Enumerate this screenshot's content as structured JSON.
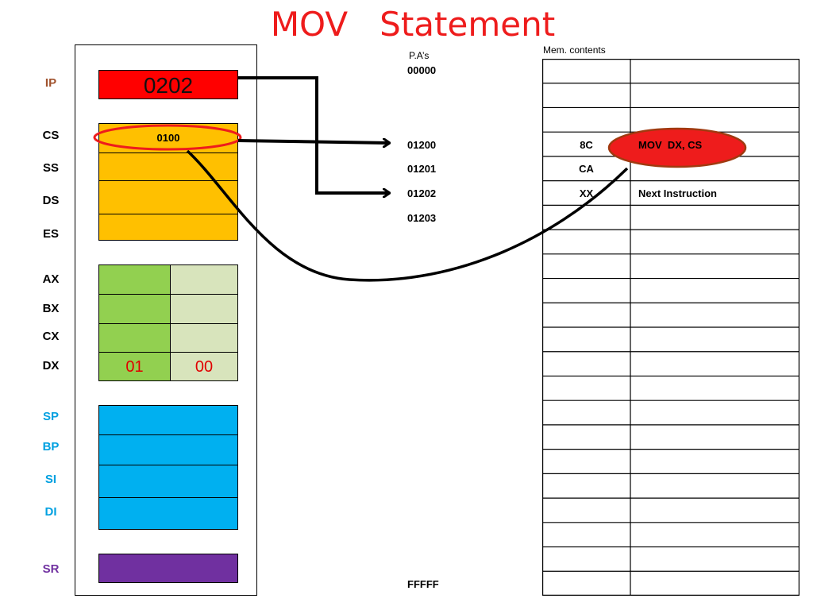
{
  "title": "MOV   Statement",
  "registers": {
    "segment": [
      {
        "name": "IP",
        "value": "0202",
        "label_color": "#a0522d"
      },
      {
        "name": "CS",
        "value": "0100",
        "label_color": "#000000"
      },
      {
        "name": "SS",
        "value": "",
        "label_color": "#000000"
      },
      {
        "name": "DS",
        "value": "",
        "label_color": "#000000"
      },
      {
        "name": "ES",
        "value": "",
        "label_color": "#000000"
      }
    ],
    "general": [
      {
        "name": "AX",
        "high": "",
        "low": ""
      },
      {
        "name": "BX",
        "high": "",
        "low": ""
      },
      {
        "name": "CX",
        "high": "",
        "low": ""
      },
      {
        "name": "DX",
        "high": "01",
        "low": "00"
      }
    ],
    "pointer": [
      {
        "name": "SP"
      },
      {
        "name": "BP"
      },
      {
        "name": "SI"
      },
      {
        "name": "DI"
      }
    ],
    "status": {
      "name": "SR"
    }
  },
  "memory": {
    "pa_header": "P.A’s",
    "contents_header": "Mem. contents",
    "first_address": "00000",
    "last_address": "FFFFF",
    "rows": [
      {
        "address": "01200",
        "byte": "8C",
        "note": "MOV  DX, CS"
      },
      {
        "address": "01201",
        "byte": "CA",
        "note": ""
      },
      {
        "address": "01202",
        "byte": "XX",
        "note": "Next Instruction"
      },
      {
        "address": "01203",
        "byte": "",
        "note": ""
      }
    ]
  },
  "colors": {
    "title": "#ee1c1c",
    "ip": "#ff0000",
    "segment": "#ffc000",
    "general_high": "#92d050",
    "general_low": "#d8e4bc",
    "pointer": "#00b0f0",
    "status": "#7030a0",
    "highlight": "#ee1c1c"
  }
}
